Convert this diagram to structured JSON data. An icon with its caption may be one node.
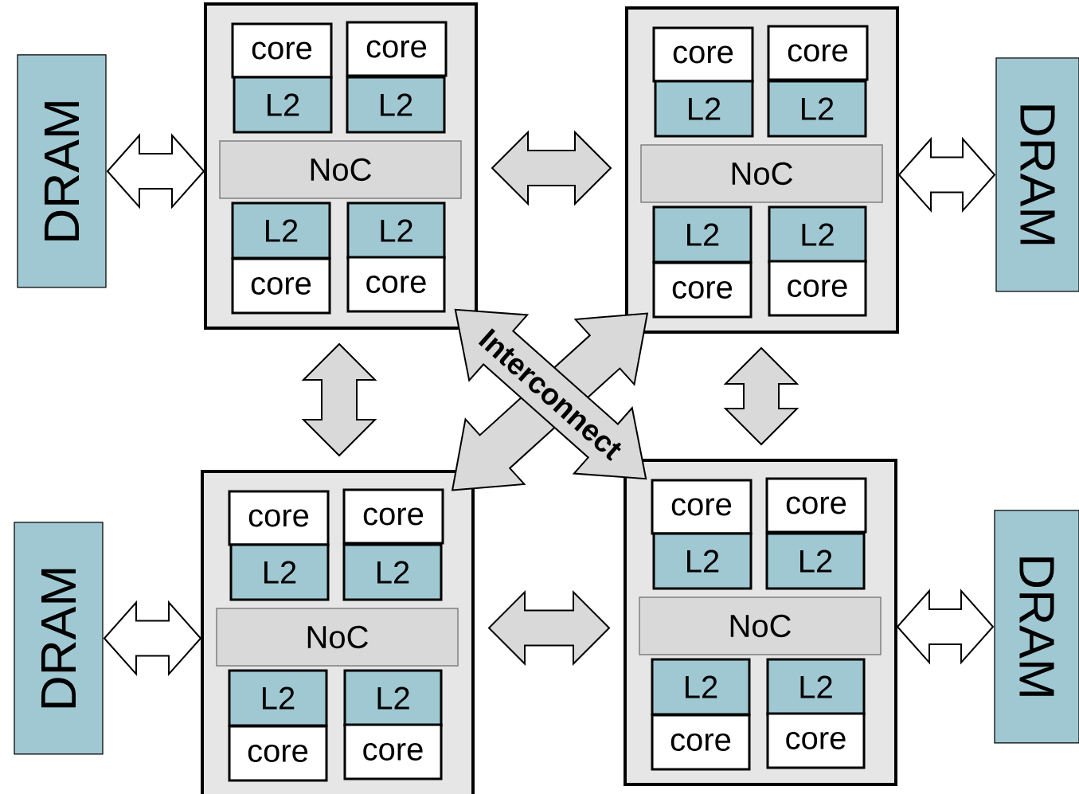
{
  "diagram": {
    "nodes": [
      {
        "text": [
          "DRAM"
        ]
      },
      {
        "text": [],
        "shape": "box"
      },
      {
        "text": [
          "core"
        ],
        "in": 1
      },
      {
        "text": [
          "core"
        ],
        "in": 1
      },
      {
        "text": [
          "L2"
        ],
        "in": 1
      },
      {
        "text": [
          "L2"
        ],
        "in": 1
      },
      {
        "text": [
          "NoC"
        ],
        "in": 1
      },
      {
        "text": [
          "L2"
        ],
        "in": 1
      },
      {
        "text": [
          "L2"
        ],
        "in": 1
      },
      {
        "text": [
          "core"
        ],
        "in": 1
      },
      {
        "text": [
          "core"
        ],
        "in": 1
      },
      {
        "text": [],
        "shape": "box"
      },
      {
        "text": [
          "core"
        ],
        "in": 11
      },
      {
        "text": [
          "core"
        ],
        "in": 11
      },
      {
        "text": [
          "L2"
        ],
        "in": 11
      },
      {
        "text": [
          "L2"
        ],
        "in": 11
      },
      {
        "text": [
          "NoC"
        ],
        "in": 11
      },
      {
        "text": [
          "L2"
        ],
        "in": 11
      },
      {
        "text": [
          "L2"
        ],
        "in": 11
      },
      {
        "text": [
          "core"
        ],
        "in": 11
      },
      {
        "text": [
          "core"
        ],
        "in": 11
      },
      {
        "text": [
          "DRAM"
        ]
      },
      {
        "text": [
          "DRAM"
        ]
      },
      {
        "text": [],
        "shape": "box"
      },
      {
        "text": [
          "core"
        ],
        "in": 23
      },
      {
        "text": [
          "core"
        ],
        "in": 23
      },
      {
        "text": [
          "L2"
        ],
        "in": 23
      },
      {
        "text": [
          "L2"
        ],
        "in": 23
      },
      {
        "text": [
          "NoC"
        ],
        "in": 23
      },
      {
        "text": [
          "L2"
        ],
        "in": 23
      },
      {
        "text": [
          "L2"
        ],
        "in": 23
      },
      {
        "text": [
          "core"
        ],
        "in": 23
      },
      {
        "text": [
          "core"
        ],
        "in": 23
      },
      {
        "text": [],
        "shape": "box"
      },
      {
        "text": [
          "core"
        ],
        "in": 33
      },
      {
        "text": [
          "core"
        ],
        "in": 33
      },
      {
        "text": [
          "L2"
        ],
        "in": 33
      },
      {
        "text": [
          "L2"
        ],
        "in": 33
      },
      {
        "text": [
          "NoC"
        ],
        "in": 33
      },
      {
        "text": [
          "L2"
        ],
        "in": 33
      },
      {
        "text": [
          "L2"
        ],
        "in": 33
      },
      {
        "text": [
          "core"
        ],
        "in": 33
      },
      {
        "text": [
          "core"
        ],
        "in": 33
      },
      {
        "text": [
          "DRAM"
        ]
      }
    ],
    "edges": [
      {
        "from": 0,
        "to": 1,
        "arrow": "both",
        "color": "#ffffff"
      },
      {
        "from": 1,
        "to": 11,
        "arrow": "both"
      },
      {
        "from": 11,
        "to": 21,
        "arrow": "both",
        "color": "#ffffff"
      },
      {
        "from": 1,
        "to": 23,
        "arrow": "both"
      },
      {
        "from": 11,
        "to": 33,
        "arrow": "both"
      },
      {
        "from": 23,
        "to": 11,
        "arrow": "both"
      },
      {
        "from": 1,
        "to": 33,
        "arrow": "both",
        "label": "Interconnect"
      },
      {
        "from": 22,
        "to": 23,
        "arrow": "both",
        "color": "#ffffff"
      },
      {
        "from": 23,
        "to": 33,
        "arrow": "both"
      },
      {
        "from": 33,
        "to": 43,
        "arrow": "both",
        "color": "#ffffff"
      }
    ]
  }
}
